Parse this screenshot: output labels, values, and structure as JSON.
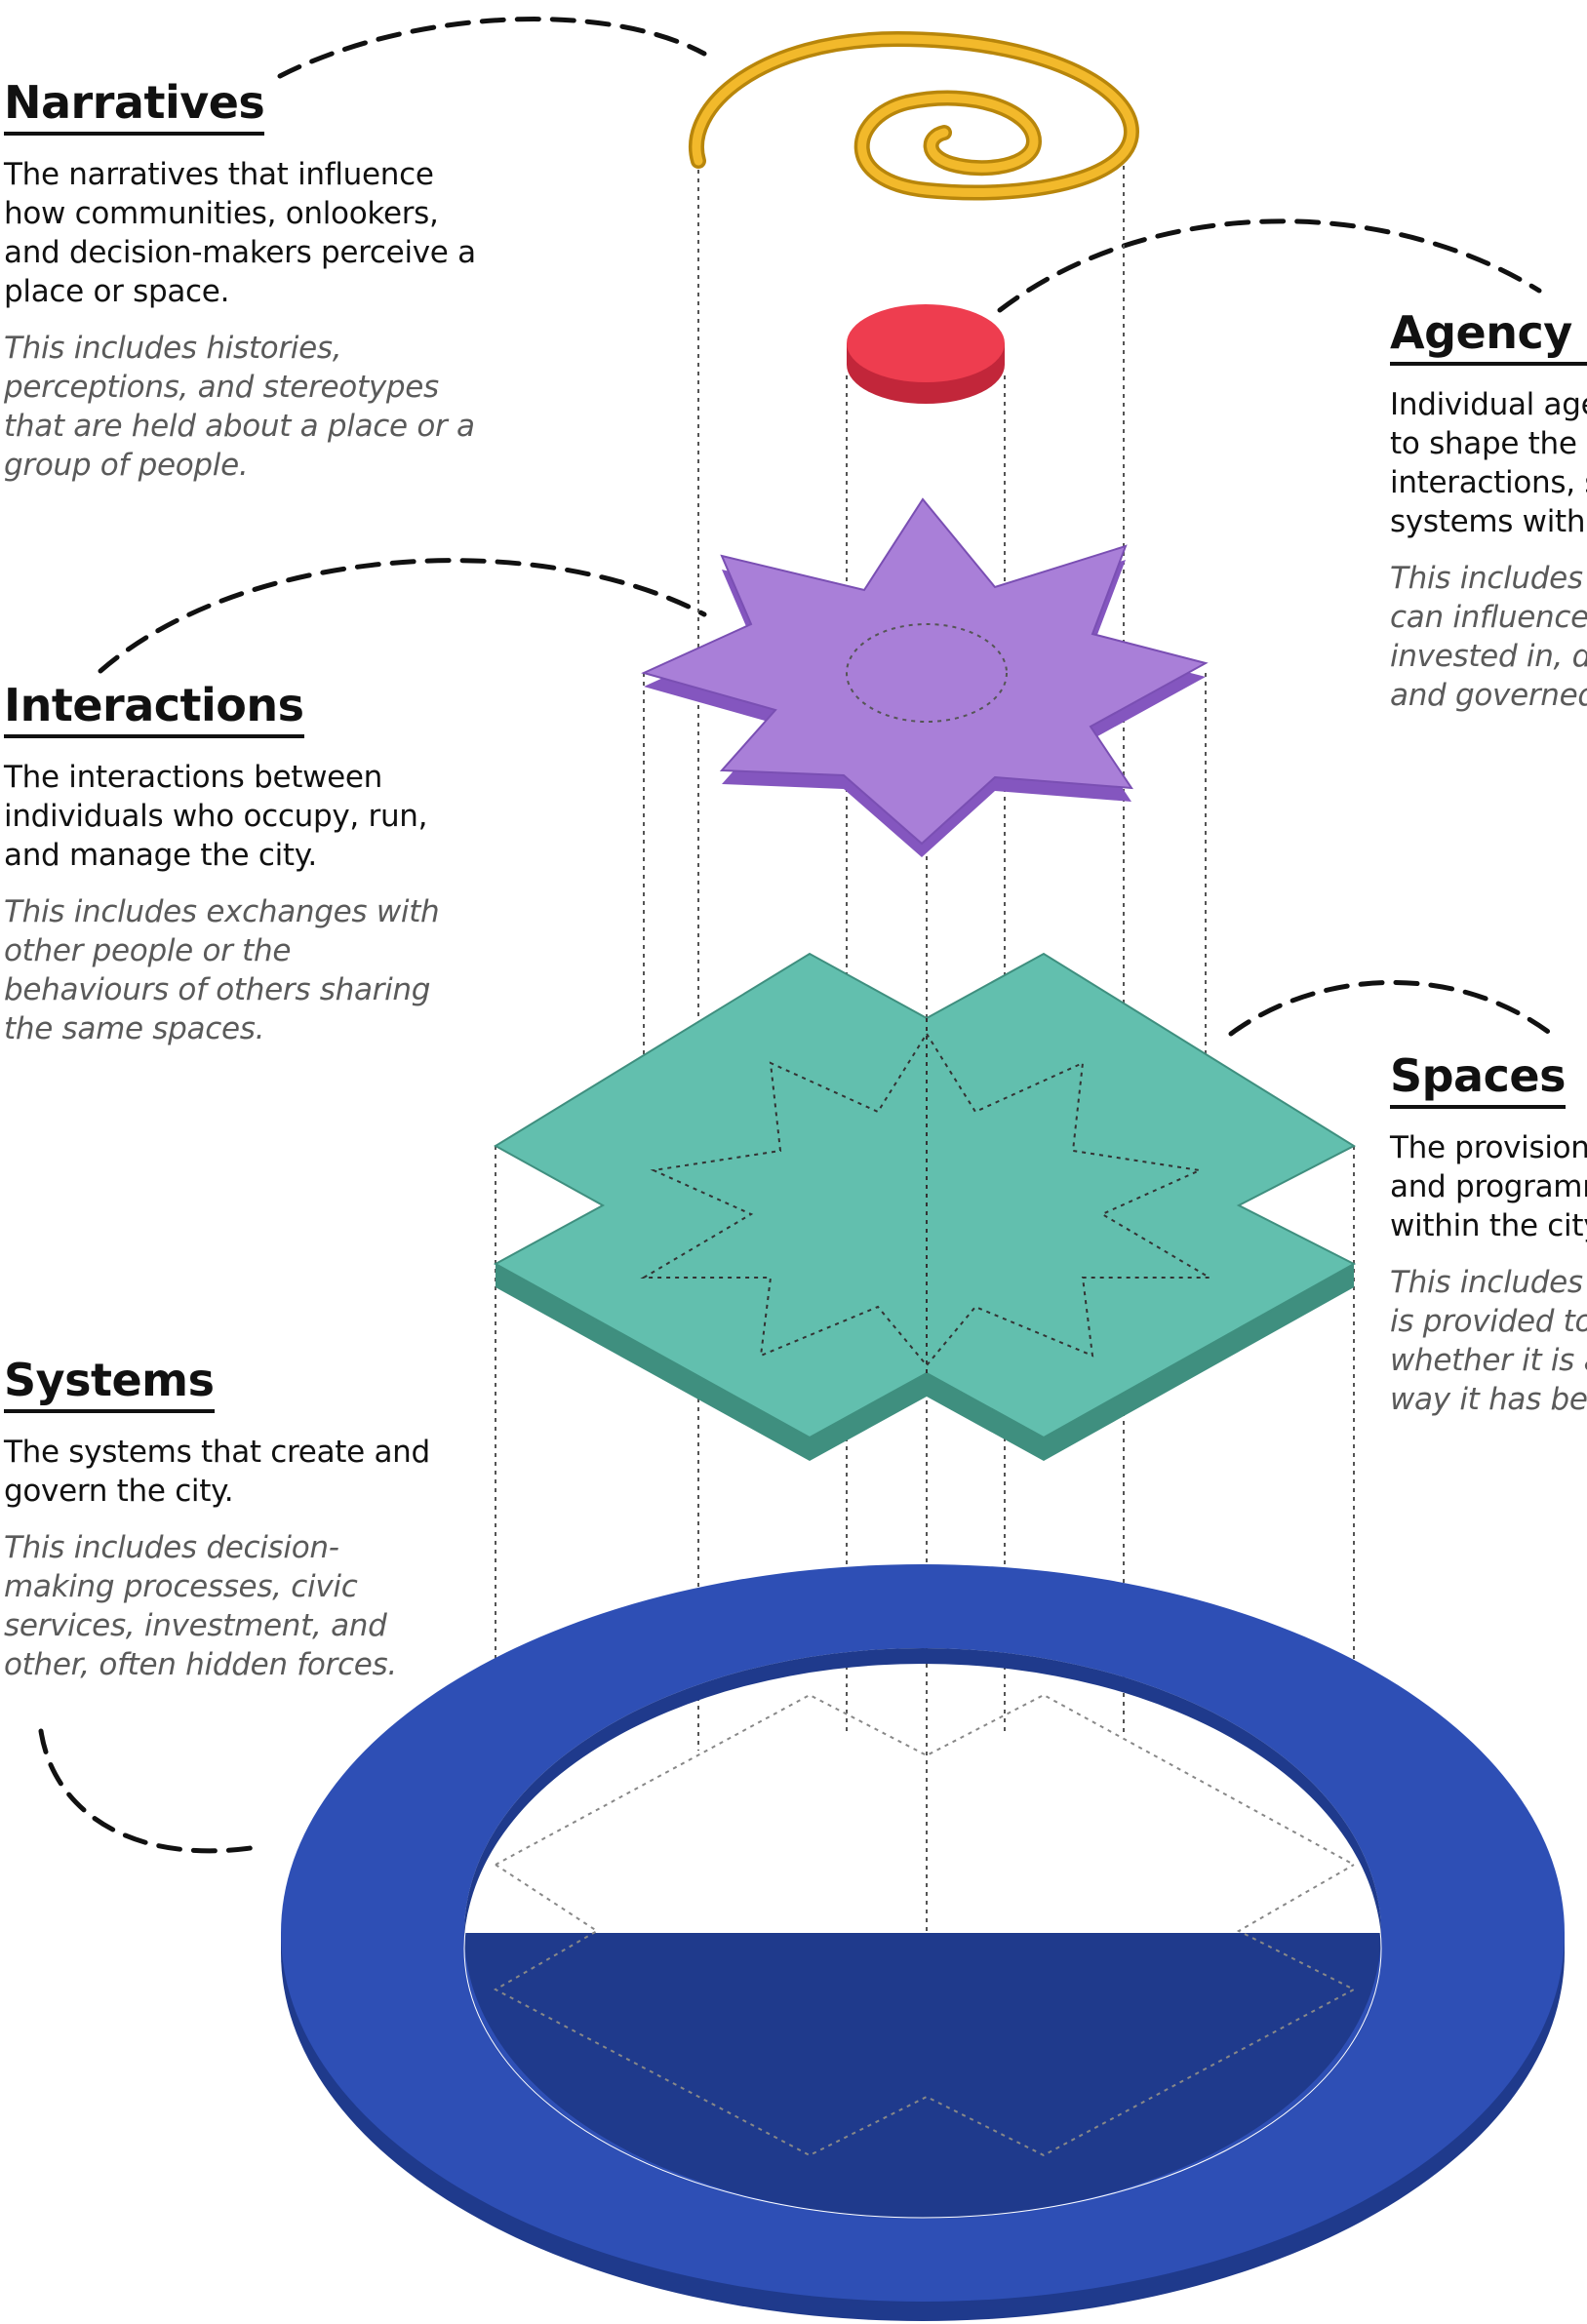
{
  "labels": {
    "narratives": {
      "title": "Narratives",
      "description": "The narratives that influence how communities, onlookers, and decision-makers perceive a place or space.",
      "note": "This includes histories, perceptions, and stereotypes that are held about a place or a group of people."
    },
    "interactions": {
      "title": "Interactions",
      "description": "The interactions between individuals who occupy, run, and manage the city.",
      "note": "This includes exchanges with other people or the behaviours of others sharing the same spaces."
    },
    "systems": {
      "title": "Systems",
      "description": "The systems that create and govern the city.",
      "note": "This includes decision-making processes, civic services, investment, and other, often hidden forces."
    },
    "agency": {
      "title": "Agency &",
      "description_lines": [
        "Individual age",
        "to shape the n",
        "interactions, s",
        "systems withi"
      ],
      "note_lines": [
        "This includes w",
        "can influence h",
        "invested in, de",
        "and governed."
      ]
    },
    "spaces": {
      "title": "Spaces",
      "description_lines": [
        "The provision,",
        "and programm",
        "within the city"
      ],
      "note_lines": [
        "This includes w",
        "is provided to c",
        "whether it is af",
        "way it has bee"
      ]
    }
  },
  "colors": {
    "spiral": "#f2b92b",
    "spiral_edge": "#b8860b",
    "disc_top": "#ee3d4f",
    "disc_side": "#c2263a",
    "star_top": "#a97fd8",
    "star_side": "#8456bf",
    "cross_top": "#62bfae",
    "cross_side": "#3f8f7f",
    "ring_top": "#2e4fb5",
    "ring_side": "#1f3a8c",
    "text": "#111111",
    "note_text": "#5a5a5a"
  }
}
